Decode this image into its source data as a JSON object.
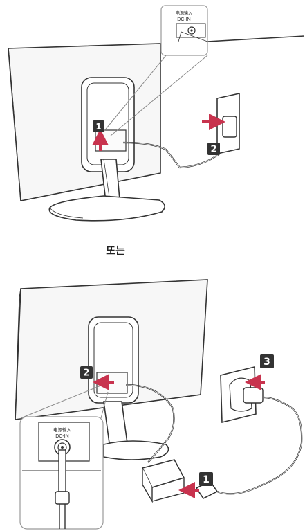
{
  "top_diagram": {
    "inset_label_line1": "电源输入",
    "inset_label_line2": "DC-IN",
    "step_badges": [
      "1",
      "2"
    ]
  },
  "separator": {
    "text": "또는"
  },
  "bottom_diagram": {
    "inset_label_line1": "电源输入",
    "inset_label_line2": "DC-IN",
    "step_badges": [
      "2",
      "3",
      "1"
    ]
  },
  "colors": {
    "badge": "#333333",
    "arrow": "#c8334e",
    "line": "#333333"
  }
}
